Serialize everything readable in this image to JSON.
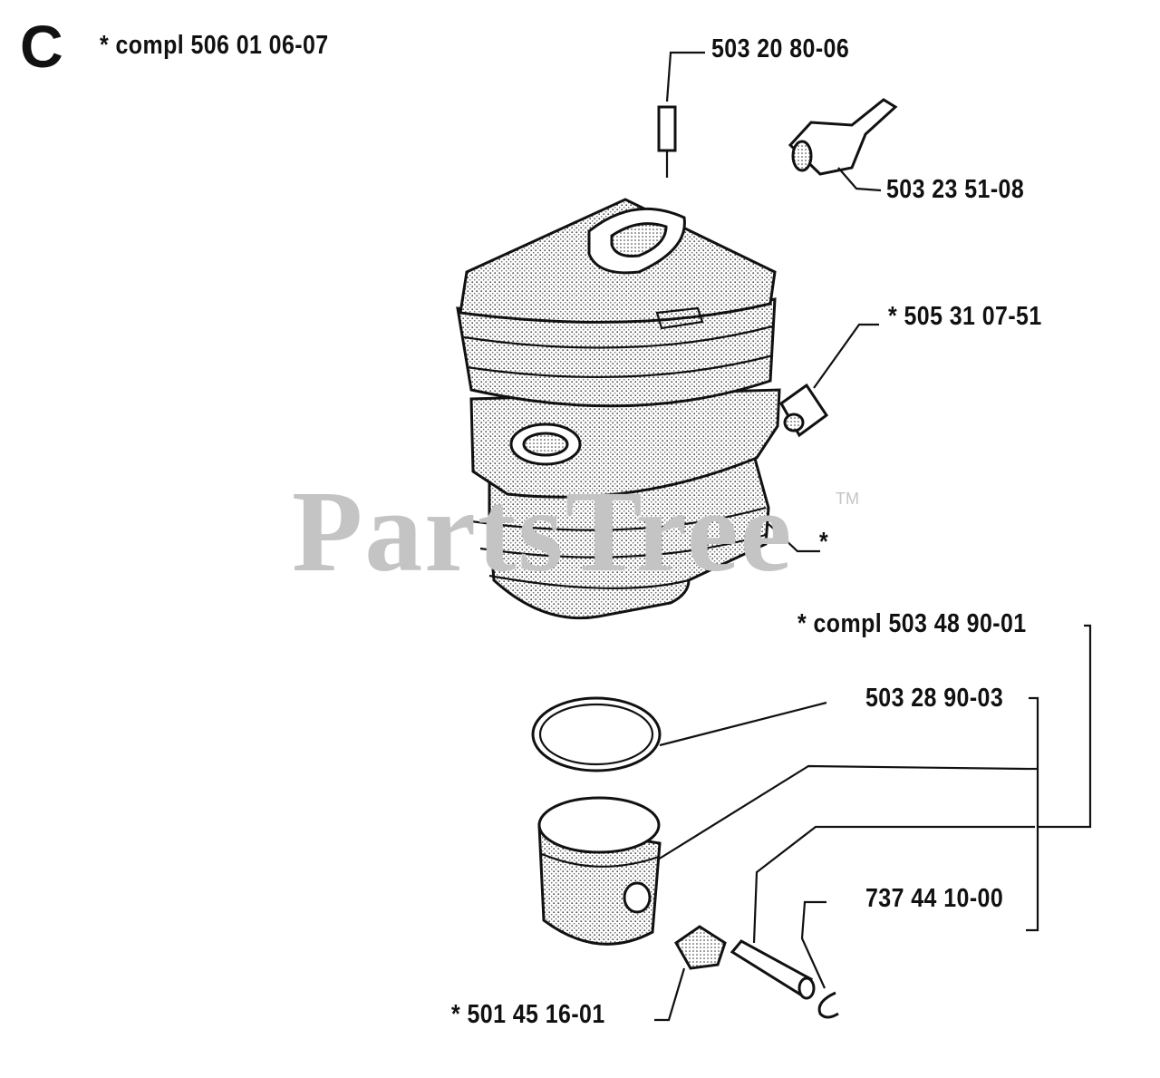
{
  "section_letter": "C",
  "watermark": {
    "text": "PartsTree",
    "trademark": "TM"
  },
  "labels": {
    "cylinder_assembly": "*  compl 506 01 06-07",
    "decompression_valve": "503 20 80-06",
    "spark_plug": "503 23 51-08",
    "nut": "*  505 31 07-51",
    "gasket_marker": "*",
    "piston_assembly": "*  compl 503 48 90-01",
    "piston_ring": "503 28 90-03",
    "circlip": "737 44 10-00",
    "needle_bearing": "*  501 45 16-01"
  },
  "colors": {
    "ink": "#111111",
    "watermark": "#c4c4c4",
    "background": "#ffffff"
  }
}
